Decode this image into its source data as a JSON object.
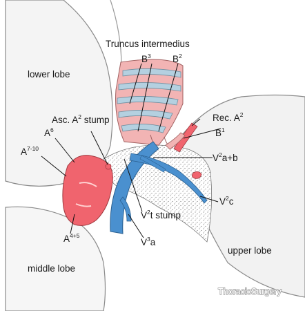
{
  "labels": {
    "truncus": "Truncus intermedius",
    "b3_base": "B",
    "b3_sup": "3",
    "b2_base": "B",
    "b2_sup": "2",
    "lower_lobe": "lower lobe",
    "rec_a2_base": "Rec. A",
    "rec_a2_sup": "2",
    "asc_a2_base": "Asc. A",
    "asc_a2_sup": "2",
    "asc_a2_tail": " stump",
    "b1_base": "B",
    "b1_sup": "1",
    "a6_base": "A",
    "a6_sup": "6",
    "a710_base": "A",
    "a710_sup": "7-10",
    "v2ab_base": "V",
    "v2ab_sup": "2",
    "v2ab_tail": "a+b",
    "v2c_base": "V",
    "v2c_sup": "2",
    "v2c_tail": "c",
    "v2t_base": "V",
    "v2t_sup": "2",
    "v2t_tail": "t stump",
    "a45_base": "A",
    "a45_sup": "4+5",
    "v3a_base": "V",
    "v3a_sup": "3",
    "v3a_tail": "a",
    "upper_lobe": "upper lobe",
    "middle_lobe": "middle lobe"
  },
  "watermark": {
    "text": "ThoracicSurgery",
    "icon": "wechat-icon"
  },
  "colors": {
    "artery": "#f0646e",
    "vein": "#4a90cf",
    "bronchus": "#f2b4b4",
    "cartilage": "#b4d0e0",
    "lobe_outline": "#8a8a8a",
    "lobe_fill": "#f3f3f3"
  }
}
